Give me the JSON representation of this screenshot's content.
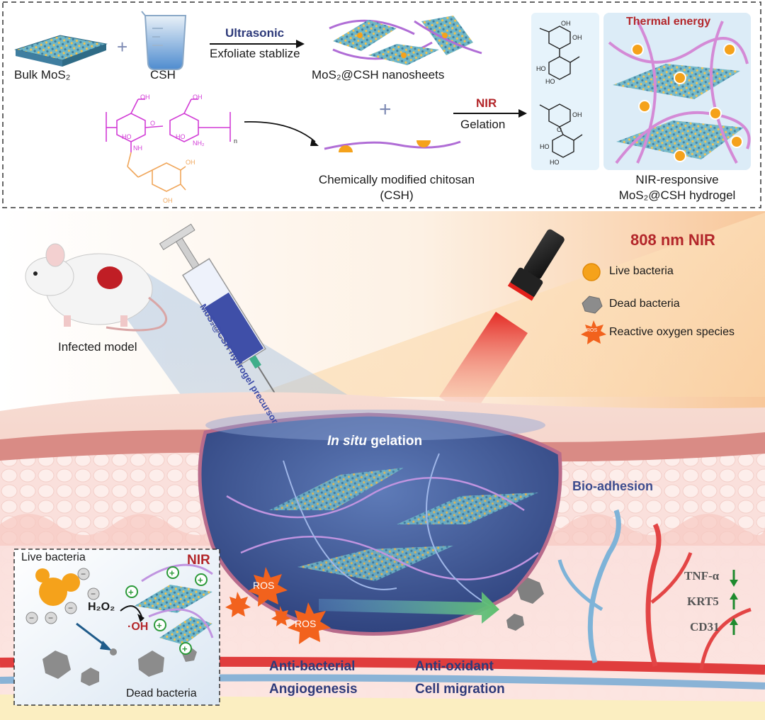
{
  "top_panel": {
    "bulk_mos2": "Bulk MoS₂",
    "csh": "CSH",
    "ultrasonic": "Ultrasonic",
    "exfoliate": "Exfoliate stablize",
    "nanosheets": "MoS₂@CSH nanosheets",
    "plus1": "+",
    "plus2": "+",
    "nir": "NIR",
    "gelation": "Gelation",
    "thermal_energy": "Thermal energy",
    "chitosan_line1": "Chemically modified chitosan",
    "chitosan_line2": "(CSH)",
    "hydrogel_line1": "NIR-responsive",
    "hydrogel_line2": "MoS₂@CSH hydrogel",
    "chem": {
      "oh": "OH",
      "ho": "HO",
      "o": "O",
      "nh": "NH",
      "nh2": "NH₂",
      "n": "n"
    }
  },
  "bottom_panel": {
    "infected_model": "Infected model",
    "syringe_text": "MoS₂@CSH hydrogel precursor",
    "nir_808": "808 nm NIR",
    "legend": [
      {
        "icon": "live-bacteria-icon",
        "label": "Live bacteria"
      },
      {
        "icon": "dead-bacteria-icon",
        "label": "Dead bacteria"
      },
      {
        "icon": "ros-icon",
        "label": "Reactive oxygen species",
        "badge": "ROS"
      }
    ],
    "in_situ_italic": "In situ",
    "in_situ_rest": " gelation",
    "bio_adhesion": "Bio-adhesion",
    "ros_label": "ROS",
    "effects": [
      "Anti-bacterial",
      "Anti-oxidant",
      "Angiogenesis",
      "Cell migration"
    ],
    "markers": [
      {
        "name": "TNF-α",
        "direction": "down"
      },
      {
        "name": "KRT5",
        "direction": "up"
      },
      {
        "name": "CD31",
        "direction": "up"
      }
    ],
    "inset": {
      "live_bacteria": "Live bacteria",
      "dead_bacteria": "Dead bacteria",
      "nir": "NIR",
      "h2o2": "H₂O₂",
      "oh_radical": "·OH"
    }
  },
  "colors": {
    "navy": "#2e3a7a",
    "nir_red": "#b3262a",
    "bacteria_orange": "#f5a21b",
    "dead_gray": "#808080",
    "ros_orange": "#f2621d",
    "arrow_green": "#1f8a2e",
    "wound_blue": "#39508c",
    "chitosan_magenta": "#d23cd6"
  }
}
